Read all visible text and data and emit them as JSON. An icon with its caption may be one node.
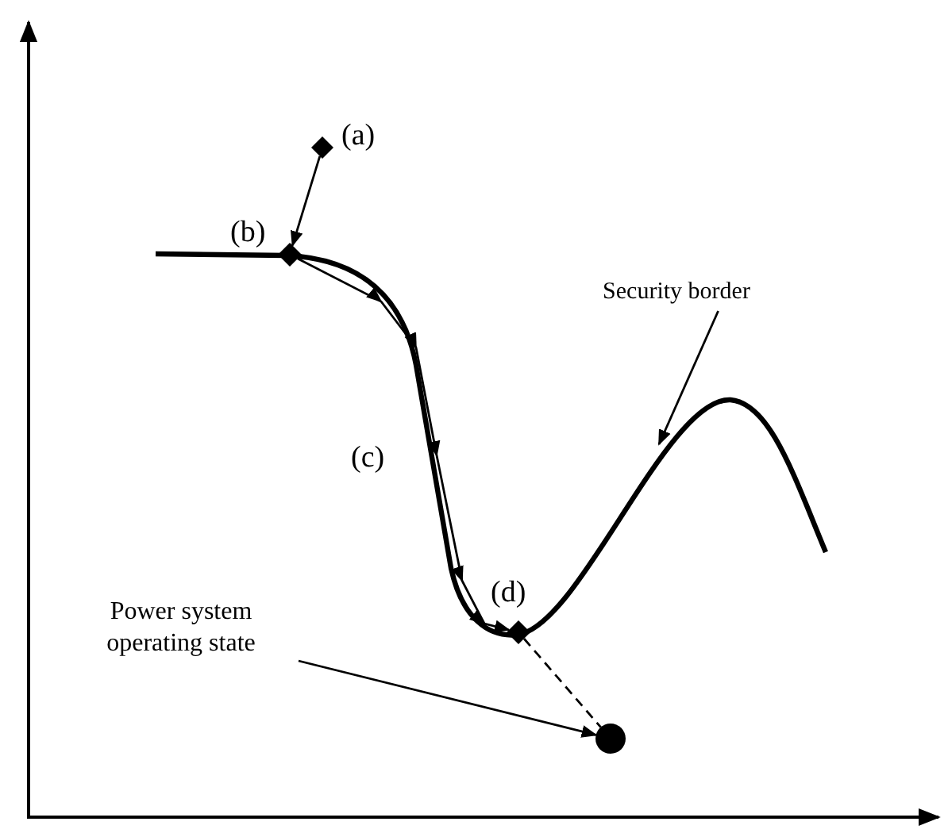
{
  "diagram": {
    "nodes": [
      {
        "text": [],
        "shape": "diamond",
        "beside": [
          "(a)"
        ]
      },
      {
        "text": [],
        "shape": "diamond",
        "beside": [
          "(b)"
        ]
      },
      {
        "text": [],
        "shape": "diamond",
        "beside": [
          "(d)"
        ]
      },
      {
        "text": [],
        "shape": "circle"
      },
      {
        "text": [
          "Power system operating state"
        ]
      },
      {
        "text": [
          "Security border"
        ]
      }
    ],
    "edges": [
      {
        "from": 0,
        "to": 1,
        "arrow": "to"
      },
      {
        "from": 1,
        "to": 2,
        "arrow": "to",
        "label": "(c)"
      },
      {
        "from": 2,
        "to": 3,
        "arrow": "none",
        "style": "dashed"
      },
      {
        "from": 4,
        "to": 3,
        "arrow": "to"
      },
      {
        "from": 5,
        "to": null,
        "arrow": "to"
      }
    ]
  }
}
